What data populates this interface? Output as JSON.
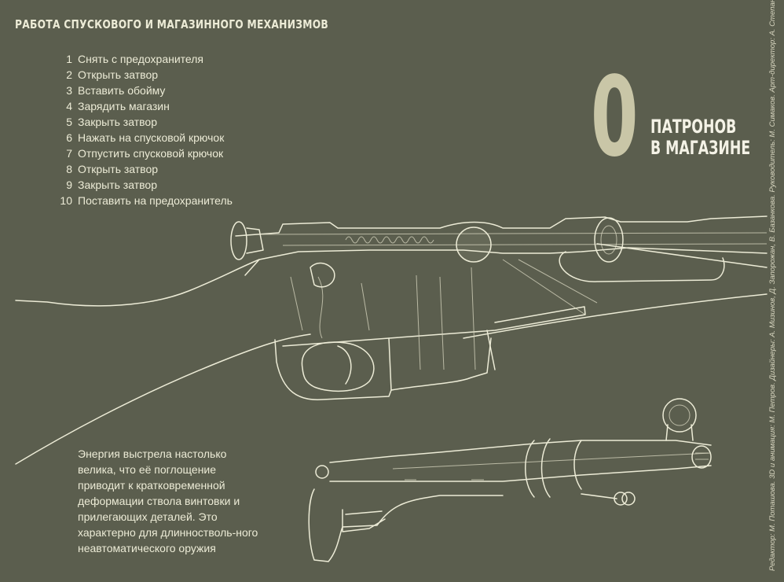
{
  "title": "РАБОТА СПУСКОВОГО И МАГАЗИННОГО МЕХАНИЗМОВ",
  "steps": [
    {
      "n": "1",
      "text": "Снять с предохранителя"
    },
    {
      "n": "2",
      "text": "Открыть затвор"
    },
    {
      "n": "3",
      "text": "Вставить обойму"
    },
    {
      "n": "4",
      "text": "Зарядить магазин"
    },
    {
      "n": "5",
      "text": "Закрыть затвор"
    },
    {
      "n": "6",
      "text": "Нажать на спусковой крючок"
    },
    {
      "n": "7",
      "text": "Отпустить спусковой крючок"
    },
    {
      "n": "8",
      "text": "Открыть затвор"
    },
    {
      "n": "9",
      "text": "Закрыть затвор"
    },
    {
      "n": "10",
      "text": "Поставить на предохранитель"
    }
  ],
  "counter": {
    "value": "0",
    "label_line1": "ПАТРОНОВ",
    "label_line2": "В МАГАЗИНЕ"
  },
  "caption": "Энергия выстрела настолько велика, что её поглощение приводит к кратковременной деформации ствола винтовки и прилегающих деталей. Это характерно для длинностволь-ного неавтоматического оружия",
  "credits": "Редактор: М. Поташова. 3D и анимация: М. Петров. Дизайнеры: А. Мизинов, Д. Запорожан, В. Базанкова. Руководитель: М. Симаков. Арт-директор: А. Степанов",
  "colors": {
    "background": "#5b5e4e",
    "text": "#ecebd6",
    "counter": "#c9c6a7",
    "line": "#ecebd6"
  }
}
